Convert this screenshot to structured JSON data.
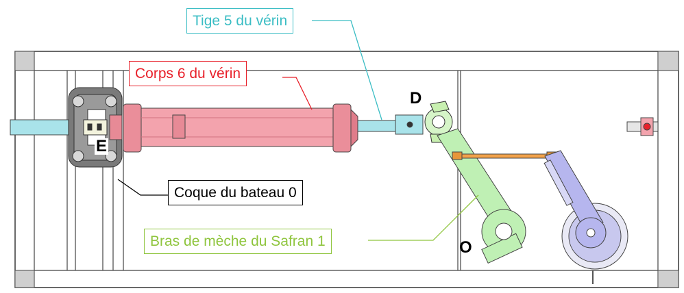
{
  "labels": {
    "tige": "Tige 5 du vérin",
    "corps": "Corps 6 du vérin",
    "coque": "Coque du bateau 0",
    "bras": "Bras de mèche du Safran 1"
  },
  "points": {
    "D": "D",
    "E": "E",
    "O": "O"
  },
  "colors": {
    "tige": "#3bbdc4",
    "corps": "#e8202a",
    "coque": "#000000",
    "bras": "#8fc53e",
    "cylinder_fill": "#f3a3ad",
    "rod_fill": "#a9e3ea",
    "arm_fill": "#bff0b4",
    "link_fill": "#f2a24a",
    "pulley_fill": "#b6b6ee"
  }
}
